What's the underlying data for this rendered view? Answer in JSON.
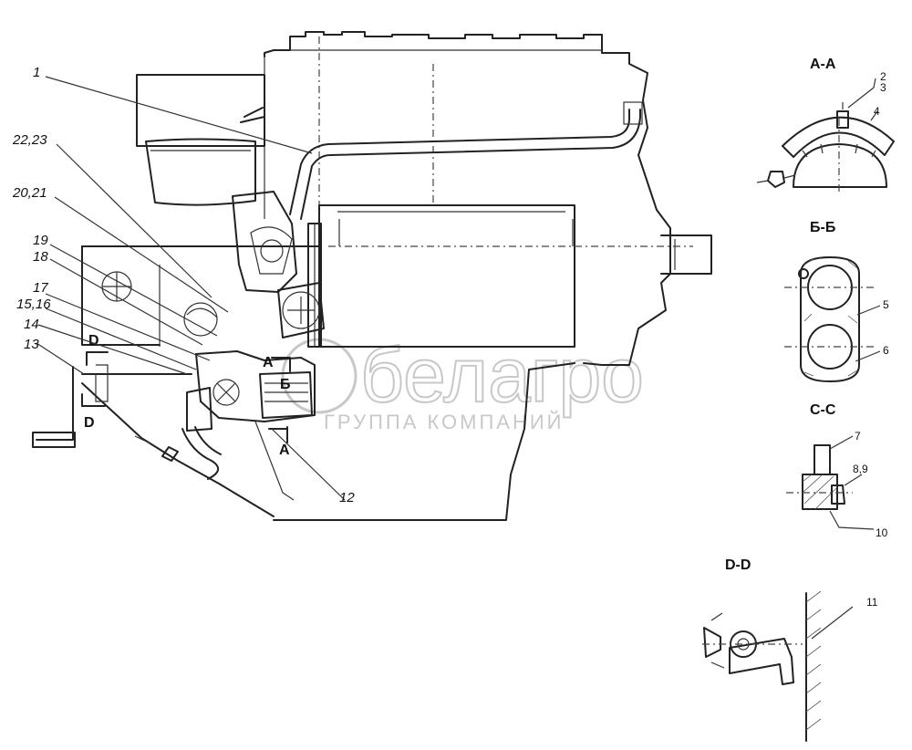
{
  "callouts": [
    {
      "id": "c1",
      "text": "1"
    },
    {
      "id": "c2223",
      "text": "22,23"
    },
    {
      "id": "c2021",
      "text": "20,21"
    },
    {
      "id": "c19",
      "text": "19"
    },
    {
      "id": "c18",
      "text": "18"
    },
    {
      "id": "c17",
      "text": "17"
    },
    {
      "id": "c1516",
      "text": "15,16"
    },
    {
      "id": "c14",
      "text": "14"
    },
    {
      "id": "c13",
      "text": "13"
    },
    {
      "id": "c12",
      "text": "12"
    }
  ],
  "section_marks": {
    "d_top": "D",
    "d_bottom": "D",
    "a_top": "A",
    "a_bottom": "A",
    "b_mark": "Б"
  },
  "sections": {
    "aa": {
      "title": "А-А",
      "parts": [
        "2",
        "3",
        "4"
      ]
    },
    "bb": {
      "title": "Б-Б",
      "parts": [
        "5",
        "6"
      ]
    },
    "cc": {
      "title": "С-С",
      "parts": [
        "7",
        "8,9",
        "10"
      ]
    },
    "dd": {
      "title": "D-D",
      "parts": [
        "11"
      ]
    }
  },
  "watermark": {
    "brand": "белагро",
    "tagline": "ГРУППА КОМПАНИЙ"
  },
  "colors": {
    "ink": "#222222",
    "watermark": "#c8c8c8",
    "background": "#ffffff"
  }
}
